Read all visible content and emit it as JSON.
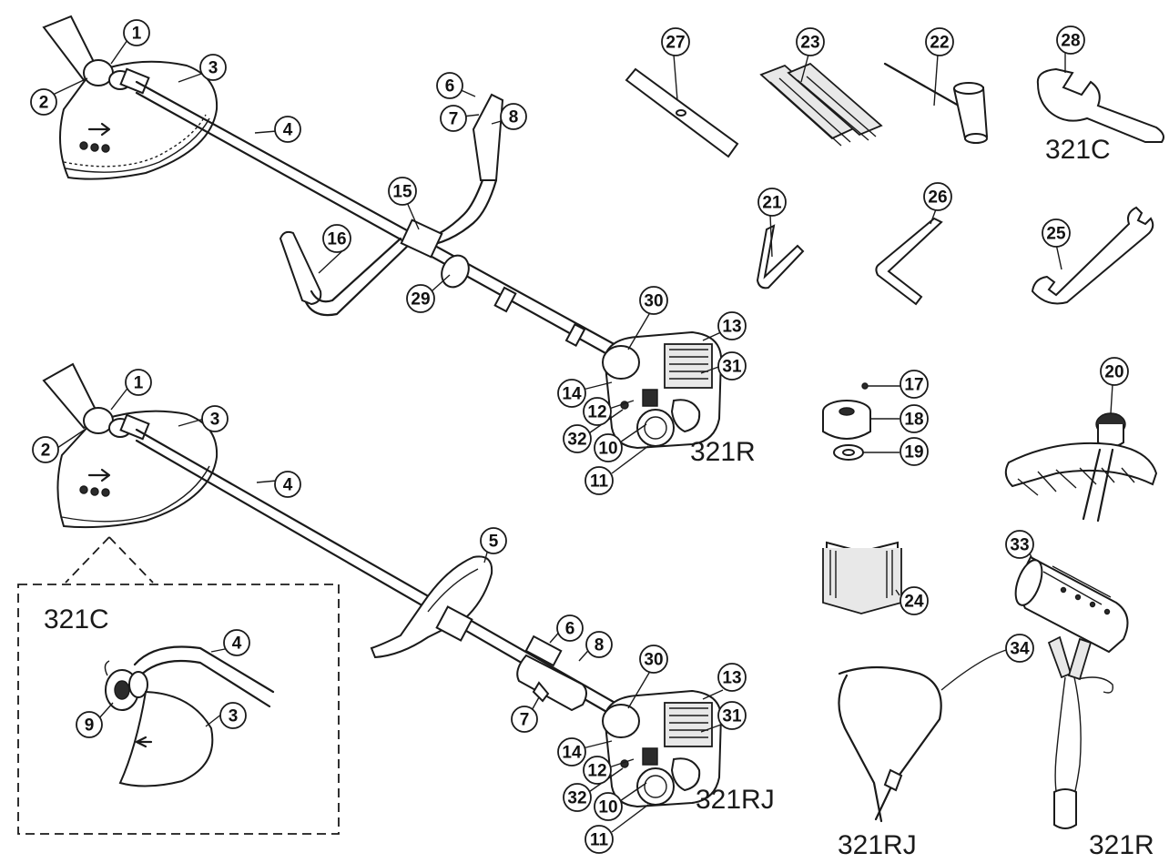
{
  "models": {
    "top_assembly": "321R",
    "bottom_assembly": "321RJ",
    "inset": "321C",
    "wrench_28": "321C",
    "harness_left": "321RJ",
    "harness_right": "321R"
  },
  "callouts": [
    {
      "id": "c1",
      "label": "1"
    },
    {
      "id": "c2",
      "label": "2"
    },
    {
      "id": "c3",
      "label": "3"
    },
    {
      "id": "c4",
      "label": "4"
    },
    {
      "id": "c6",
      "label": "6"
    },
    {
      "id": "c7",
      "label": "7"
    },
    {
      "id": "c8",
      "label": "8"
    },
    {
      "id": "c15",
      "label": "15"
    },
    {
      "id": "c16",
      "label": "16"
    },
    {
      "id": "c29",
      "label": "29"
    },
    {
      "id": "c30",
      "label": "30"
    },
    {
      "id": "c13",
      "label": "13"
    },
    {
      "id": "c31",
      "label": "31"
    },
    {
      "id": "c14",
      "label": "14"
    },
    {
      "id": "c12",
      "label": "12"
    },
    {
      "id": "c32",
      "label": "32"
    },
    {
      "id": "c10",
      "label": "10"
    },
    {
      "id": "c11",
      "label": "11"
    },
    {
      "id": "b1",
      "label": "1"
    },
    {
      "id": "b2",
      "label": "2"
    },
    {
      "id": "b3",
      "label": "3"
    },
    {
      "id": "b4",
      "label": "4"
    },
    {
      "id": "b5",
      "label": "5"
    },
    {
      "id": "b6",
      "label": "6"
    },
    {
      "id": "b8",
      "label": "8"
    },
    {
      "id": "b7",
      "label": "7"
    },
    {
      "id": "b30",
      "label": "30"
    },
    {
      "id": "b13",
      "label": "13"
    },
    {
      "id": "b31",
      "label": "31"
    },
    {
      "id": "b14",
      "label": "14"
    },
    {
      "id": "b12",
      "label": "12"
    },
    {
      "id": "b32",
      "label": "32"
    },
    {
      "id": "b10",
      "label": "10"
    },
    {
      "id": "b11",
      "label": "11"
    },
    {
      "id": "i4",
      "label": "4"
    },
    {
      "id": "i9",
      "label": "9"
    },
    {
      "id": "i3",
      "label": "3"
    },
    {
      "id": "a27",
      "label": "27"
    },
    {
      "id": "a23",
      "label": "23"
    },
    {
      "id": "a22",
      "label": "22"
    },
    {
      "id": "a28",
      "label": "28"
    },
    {
      "id": "a21",
      "label": "21"
    },
    {
      "id": "a26",
      "label": "26"
    },
    {
      "id": "a25",
      "label": "25"
    },
    {
      "id": "a17",
      "label": "17"
    },
    {
      "id": "a18",
      "label": "18"
    },
    {
      "id": "a19",
      "label": "19"
    },
    {
      "id": "a20",
      "label": "20"
    },
    {
      "id": "a24",
      "label": "24"
    },
    {
      "id": "a33",
      "label": "33"
    },
    {
      "id": "a34",
      "label": "34"
    }
  ]
}
